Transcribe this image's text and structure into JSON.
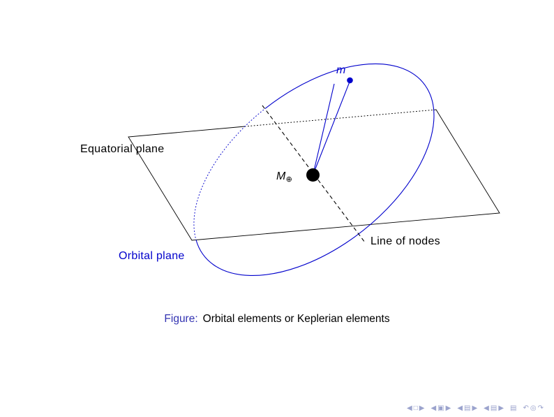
{
  "colors": {
    "diagram-blue": "#0000cc",
    "structure-blue": "#3333b2",
    "text-black": "#000000",
    "nav-blue": "#9ba3cd"
  },
  "diagram": {
    "labels": {
      "equatorial_plane": "Equatorial plane",
      "orbital_plane": "Orbital plane",
      "line_of_nodes": "Line of nodes",
      "satellite_mass": "m",
      "central_mass_symbol": "M",
      "central_mass_subscript": "⊕"
    }
  },
  "caption": {
    "label": "Figure:",
    "text": "Orbital elements or Keplerian elements"
  },
  "navigation": {
    "symbols": [
      {
        "name": "nav-prev-slide",
        "glyph": "◀"
      },
      {
        "name": "nav-slide-icon",
        "glyph": "□"
      },
      {
        "name": "nav-next-slide",
        "glyph": "▶"
      },
      {
        "name": "nav-prev-frame",
        "glyph": "◀"
      },
      {
        "name": "nav-frame-icon",
        "glyph": "▣"
      },
      {
        "name": "nav-next-frame",
        "glyph": "▶"
      },
      {
        "name": "nav-prev-subsection",
        "glyph": "◀"
      },
      {
        "name": "nav-subsection-icon",
        "glyph": "▤"
      },
      {
        "name": "nav-next-subsection",
        "glyph": "▶"
      },
      {
        "name": "nav-prev-section",
        "glyph": "◀"
      },
      {
        "name": "nav-section-icon",
        "glyph": "▤"
      },
      {
        "name": "nav-next-section",
        "glyph": "▶"
      },
      {
        "name": "nav-presentation-icon",
        "glyph": "▤"
      },
      {
        "name": "nav-back-icon",
        "glyph": "↶"
      },
      {
        "name": "nav-find-icon",
        "glyph": "◎"
      },
      {
        "name": "nav-forward-icon",
        "glyph": "↷"
      }
    ]
  }
}
